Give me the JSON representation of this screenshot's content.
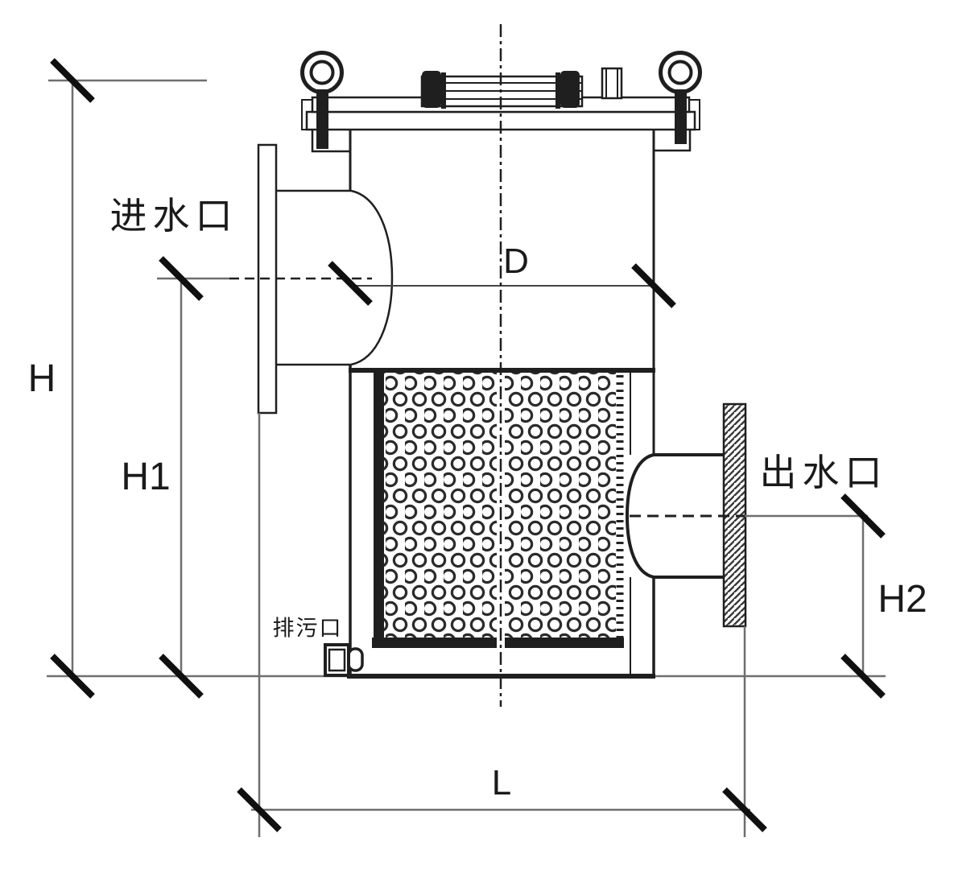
{
  "drawing": {
    "labels": {
      "inlet": "进水口",
      "outlet": "出水口",
      "drain": "排污口"
    },
    "dimensions": {
      "overall_height": "H",
      "inlet_center_height": "H1",
      "outlet_center_height": "H2",
      "body_diameter": "D",
      "overall_length": "L"
    },
    "colors": {
      "background": "#ffffff",
      "object_line": "#1f1f1f",
      "dimension_line": "#6f6f6f",
      "tick": "#101010",
      "text": "#1a1a1a"
    }
  }
}
